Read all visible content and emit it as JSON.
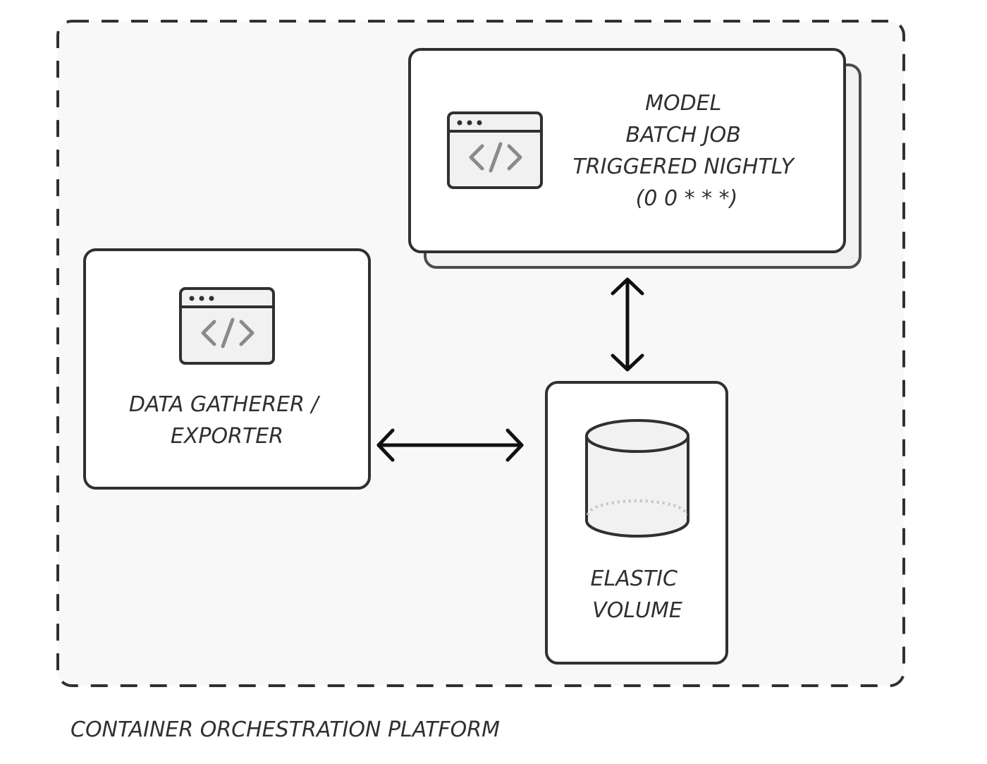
{
  "platform": {
    "label": "CONTAINER ORCHESTRATION PLATFORM"
  },
  "nodes": {
    "model_batch_job": {
      "lines": [
        "MODEL",
        "BATCH JOB",
        "TRIGGERED NIGHTLY",
        "(0 0 * * *)"
      ],
      "icon": "code-window-icon"
    },
    "data_gatherer": {
      "lines": [
        "DATA GATHERER /",
        "EXPORTER"
      ],
      "icon": "code-window-icon"
    },
    "elastic_volume": {
      "lines": [
        "ELASTIC",
        "VOLUME"
      ],
      "icon": "database-cylinder-icon"
    }
  },
  "connections": [
    {
      "from": "model_batch_job",
      "to": "elastic_volume",
      "direction": "bidirectional"
    },
    {
      "from": "data_gatherer",
      "to": "elastic_volume",
      "direction": "bidirectional"
    }
  ],
  "colors": {
    "stroke": "#2f3033",
    "platform_fill": "#f7f8f7",
    "card_fill": "#ffffff",
    "icon_fill": "#f1f1f1",
    "icon_glyph": "#8a8a8a",
    "shadow_card": "#f1f1f1"
  }
}
